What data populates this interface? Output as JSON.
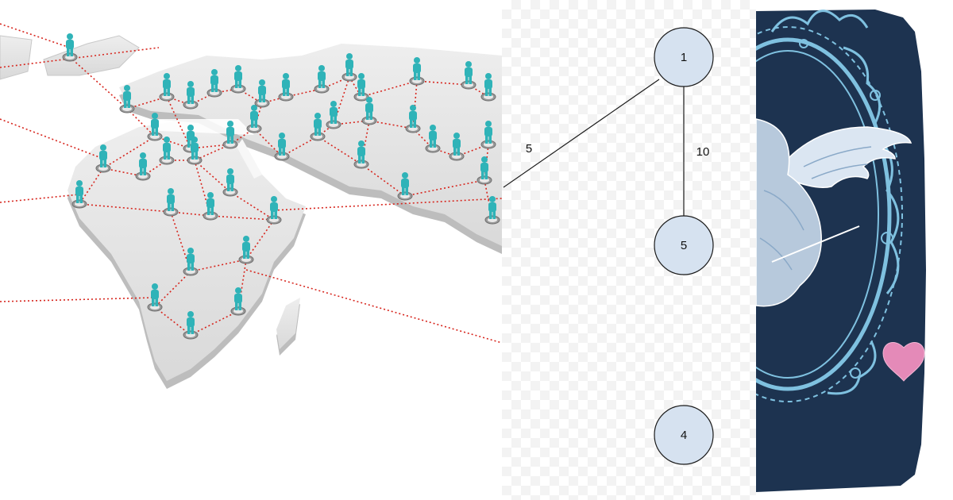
{
  "graph": {
    "nodes": [
      {
        "id": "n1",
        "label": "1"
      },
      {
        "id": "n5",
        "label": "5"
      },
      {
        "id": "n4",
        "label": "4"
      }
    ],
    "edges": [
      {
        "from": "n1",
        "to": "external",
        "weight": "5"
      },
      {
        "from": "n1",
        "to": "n5",
        "weight": "10"
      }
    ],
    "colors": {
      "node_fill": "#d6e2f0",
      "node_stroke": "#1a1a1a",
      "edge": "#1a1a1a"
    }
  },
  "network_map": {
    "colors": {
      "land": "#e2e2e2",
      "person": "#2fb3b8",
      "link": "#d7261e"
    }
  },
  "cupid_panel": {
    "colors": {
      "background": "#1d3350",
      "frame": "#7fc1e0",
      "heart": "#e48ab8"
    }
  }
}
